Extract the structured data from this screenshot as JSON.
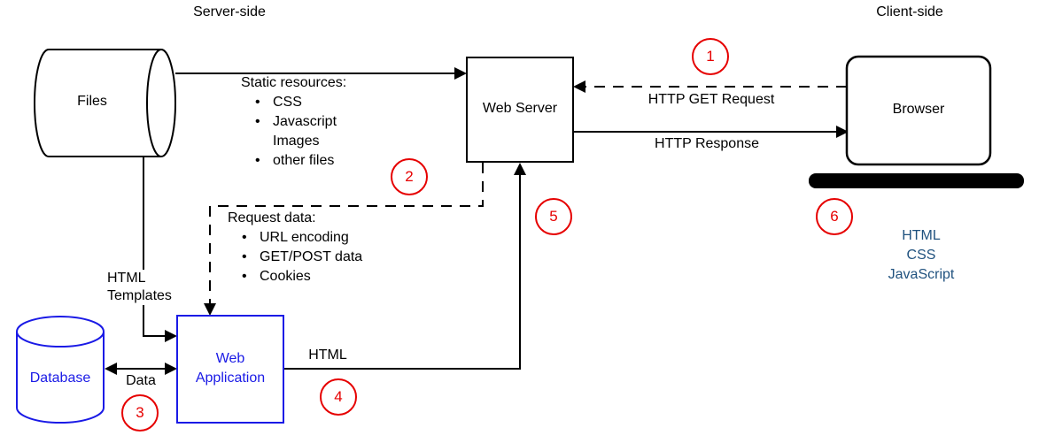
{
  "regions": {
    "server": "Server-side",
    "client": "Client-side"
  },
  "nodes": {
    "files": "Files",
    "web_server": "Web Server",
    "browser": "Browser",
    "database": "Database",
    "web_application": "Web\nApplication"
  },
  "edges": {
    "http_get_request": "HTTP GET Request",
    "http_response": "HTTP Response",
    "html_templates": "HTML\nTemplates",
    "data": "Data",
    "html": "HTML"
  },
  "lists": {
    "static_resources": {
      "title": "Static resources:",
      "items": [
        "CSS",
        "Javascript\nImages",
        "other files"
      ]
    },
    "request_data": {
      "title": "Request data:",
      "items": [
        "URL encoding",
        "GET/POST data",
        "Cookies"
      ]
    }
  },
  "client_tech": "HTML\nCSS\nJavaScript",
  "steps": [
    "1",
    "2",
    "3",
    "4",
    "5",
    "6"
  ],
  "colors": {
    "node_blue": "#1a1ae6",
    "tech_blue": "#20527f",
    "step_red": "#e60000",
    "line_black": "#000000"
  }
}
